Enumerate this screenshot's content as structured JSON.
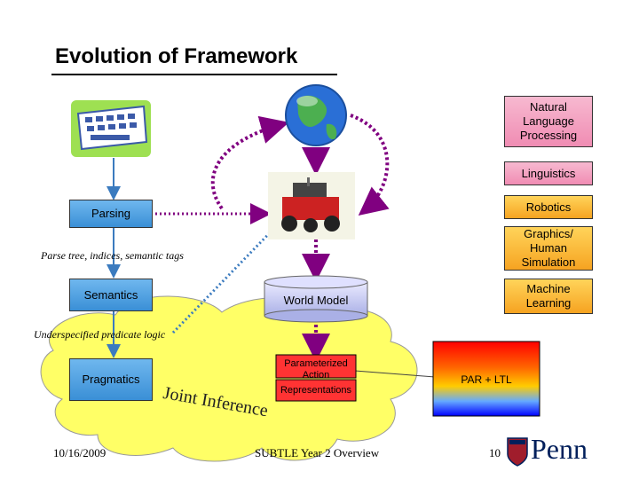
{
  "slide": {
    "title": "Evolution of Framework",
    "footer_date": "10/16/2009",
    "footer_center": "SUBTLE Year 2 Overview",
    "page_number": "10",
    "logo_text": "Penn"
  },
  "left_boxes": {
    "parsing": "Parsing",
    "semantics": "Semantics",
    "pragmatics": "Pragmatics"
  },
  "annotations": {
    "parse_tree": "Parse tree, indices, semantic tags",
    "underspecified": "Underspecified predicate logic"
  },
  "right_boxes": {
    "nlp": "Natural Language Processing",
    "linguistics": "Linguistics",
    "robotics": "Robotics",
    "graphics": "Graphics/ Human Simulation",
    "machine_learning": "Machine Learning"
  },
  "center": {
    "world_model": "World Model",
    "par_top": "Parameterized Action",
    "par_bottom": "Representations",
    "par_ltl": "PAR + LTL",
    "joint_inference": "Joint Inference"
  },
  "colors": {
    "blue_box": "#3a8fd6",
    "pink_box": "#f08cb3",
    "orange_box": "#f6a321",
    "cloud": "#ffff66",
    "arrow": "#800080"
  }
}
